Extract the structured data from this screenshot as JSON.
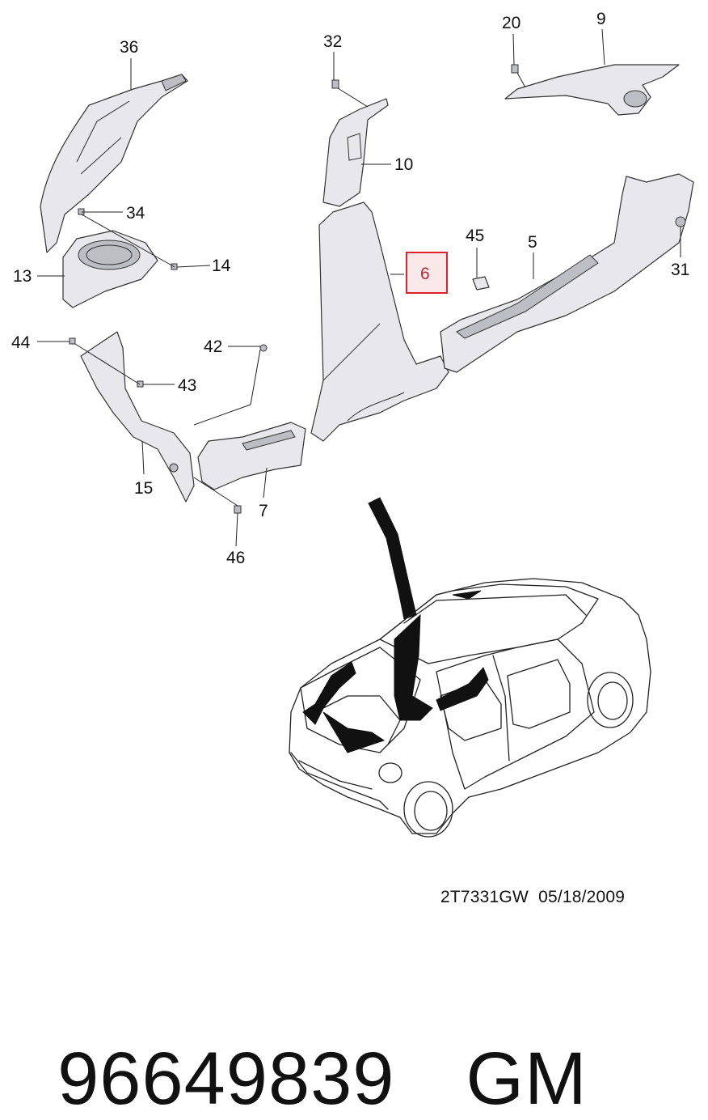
{
  "diagram": {
    "callouts": [
      "36",
      "32",
      "20",
      "9",
      "10",
      "34",
      "13",
      "14",
      "6",
      "45",
      "5",
      "31",
      "44",
      "42",
      "43",
      "15",
      "7",
      "46"
    ],
    "highlighted_callout": "6",
    "highlight_color": "#d9232e"
  },
  "document_reference": {
    "code": "2T7331GW",
    "date": "05/18/2009"
  },
  "part": {
    "number": "96649839",
    "brand": "GM"
  }
}
